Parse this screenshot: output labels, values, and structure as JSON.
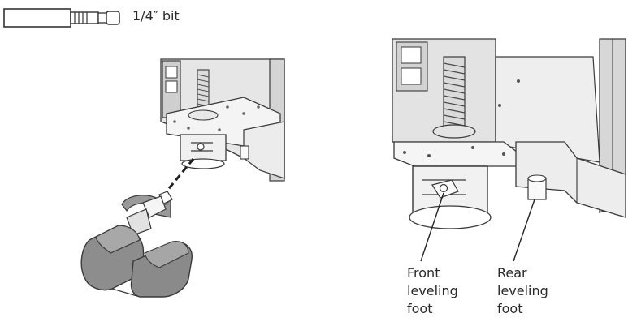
{
  "bit_label": "1/4″ bit",
  "callouts": {
    "front": "Front\nleveling\nfoot",
    "rear": "Rear\nleveling\nfoot"
  },
  "colors": {
    "stroke": "#3a3a3a",
    "metal_light": "#f2f2f2",
    "metal_mid": "#d9d9d9",
    "metal_dark": "#9a9a9a",
    "drill_body": "#8d8d8d",
    "drill_dark": "#6c6c6c"
  },
  "icons": [
    "screwdriver-bit-icon",
    "rotation-arrow-icon",
    "power-drill-icon"
  ]
}
